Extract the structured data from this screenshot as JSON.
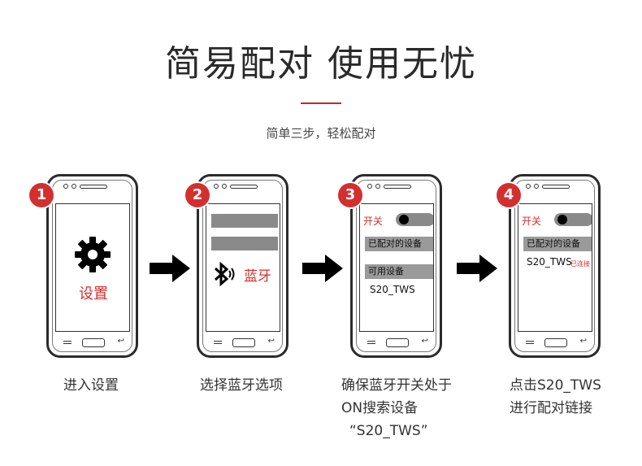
{
  "header": {
    "title": "简易配对 使用无忧",
    "subtitle": "简单三步，轻松配对"
  },
  "colors": {
    "accent": "#d32f2f",
    "bar": "#8a8a8a"
  },
  "steps": [
    {
      "number": "1",
      "screen_label": "设置",
      "icon": "gear-icon",
      "caption_lines": [
        "进入设置"
      ]
    },
    {
      "number": "2",
      "screen_label": "蓝牙",
      "icon": "bluetooth-icon",
      "caption_lines": [
        "选择蓝牙选项"
      ]
    },
    {
      "number": "3",
      "switch_label": "开关",
      "paired_header": "已配对的设备",
      "available_header": "可用设备",
      "device": "S20_TWS",
      "caption_lines": [
        "确保蓝牙开关处于",
        "ON搜索设备",
        "“S20_TWS”"
      ]
    },
    {
      "number": "4",
      "switch_label": "开关",
      "paired_header": "已配对的设备",
      "device": "S20_TWS",
      "status": "已连接",
      "caption_lines": [
        "点击S20_TWS",
        "进行配对链接"
      ]
    }
  ]
}
